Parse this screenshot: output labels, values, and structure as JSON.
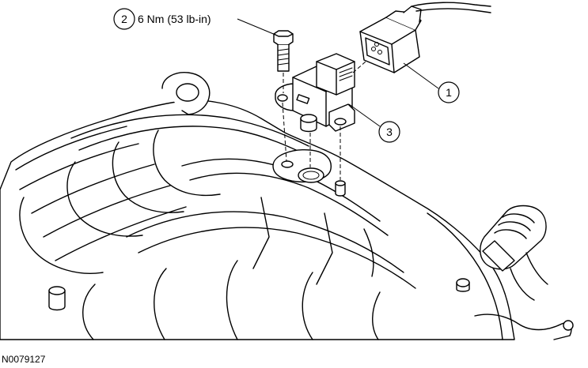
{
  "callouts": [
    {
      "number": "1",
      "part": "connector"
    },
    {
      "number": "2",
      "part": "bolt",
      "torque": "6 Nm (53 lb-in)"
    },
    {
      "number": "3",
      "part": "sensor"
    }
  ],
  "figure_id": "N0079127"
}
